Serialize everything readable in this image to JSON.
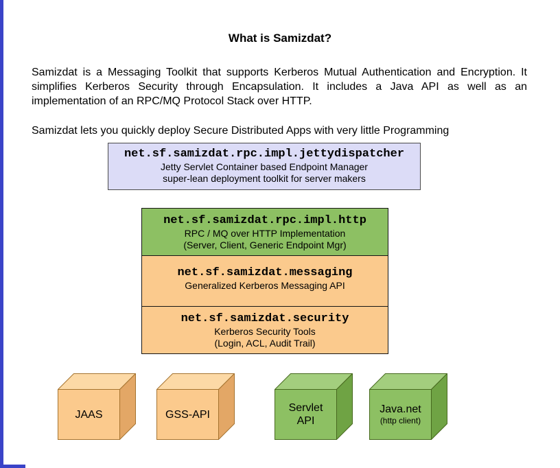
{
  "page": {
    "title": "What is Samizdat?",
    "paragraph1": "Samizdat is a Messaging Toolkit that supports Kerberos Mutual Authentication and Encryption. It simplifies Kerberos Security through Encapsulation. It includes a Java API as well as an implementation of an RPC/MQ Protocol Stack over HTTP.",
    "paragraph2": "Samizdat lets you quickly deploy Secure Distributed Apps with very little Programming"
  },
  "jetty_box": {
    "package": "net.sf.samizdat.rpc.impl.jettydispatcher",
    "line1": "Jetty Servlet Container based  Endpoint Manager",
    "line2": "super-lean deployment toolkit for server makers",
    "bg_color": "#dcdcf7"
  },
  "stack": [
    {
      "package": "net.sf.samizdat.rpc.impl.http",
      "lines": [
        "RPC / MQ over HTTP Implementation",
        "(Server, Client, Generic Endpoint Mgr)"
      ],
      "bg_color": "#8dc063"
    },
    {
      "package": "net.sf.samizdat.messaging",
      "lines": [
        "Generalized Kerberos Messaging API"
      ],
      "bg_color": "#fbca8d"
    },
    {
      "package": "net.sf.samizdat.security",
      "lines": [
        "Kerberos Security Tools",
        "(Login, ACL, Audit Trail)"
      ],
      "bg_color": "#fbca8d"
    }
  ],
  "cubes": [
    {
      "label_lines": [
        "JAAS"
      ],
      "color": "#fbca8d"
    },
    {
      "label_lines": [
        "GSS-API"
      ],
      "color": "#fbca8d"
    },
    {
      "label_lines": [
        "Servlet",
        "API"
      ],
      "color": "#8dc063"
    },
    {
      "label_lines": [
        "Java.net",
        "(http client)"
      ],
      "color": "#8dc063"
    }
  ],
  "colors": {
    "layer_green": "#8dc063",
    "layer_orange": "#fbca8d",
    "jetty_lavender": "#dcdcf7",
    "frame_blue": "#3a43c8"
  }
}
